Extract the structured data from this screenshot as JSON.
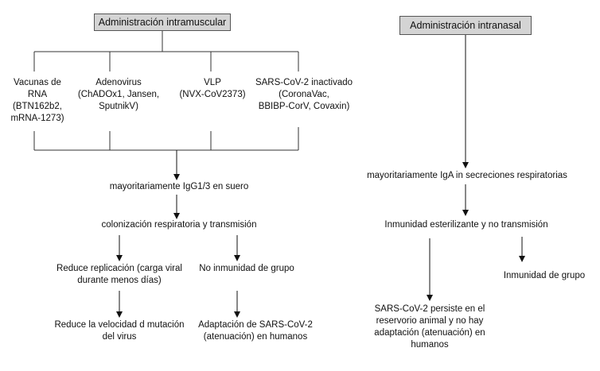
{
  "left": {
    "header": "Administración intramuscular",
    "vaccines": [
      "Vacunas de\nRNA\n(BTN162b2,\nmRNA-1273)",
      "Adenovirus\n(ChADOx1, Jansen,\nSputnikV)",
      "VLP\n(NVX-CoV2373)",
      "SARS-CoV-2 inactivado\n(CoronaVac,\nBBIBP-CorV, Covaxin)"
    ],
    "igg": "mayoritariamente IgG1/3 en suero",
    "colonization": "colonización respiratoria y transmisión",
    "reduce_replication": "Reduce replicación (carga viral\ndurante menos días)",
    "no_herd": "No inmunidad de grupo",
    "reduce_mutation": "Reduce la velocidad d mutación\ndel virus",
    "adaptation": "Adaptación de SARS-CoV-2\n(atenuación) en humanos"
  },
  "right": {
    "header": "Administración intranasal",
    "iga": "mayoritariamente  IgA in secreciones respiratorias",
    "sterilizing": "Inmunidad esterilizante y  no transmisión",
    "persists": "SARS-CoV-2 persiste en el\nreservorio animal   y no hay\nadaptación (atenuación) en\nhumanos",
    "herd": "Inmunidad de grupo"
  }
}
